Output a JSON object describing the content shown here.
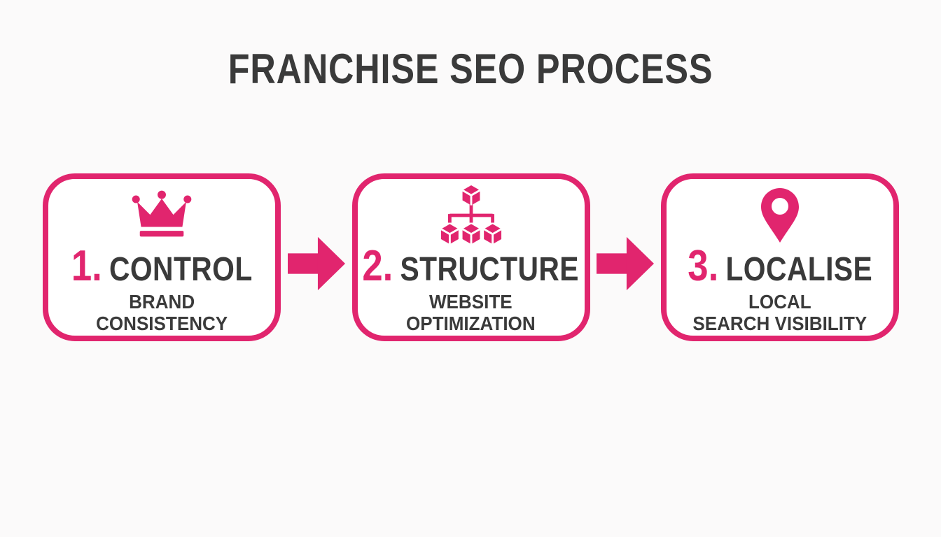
{
  "title": "FRANCHISE SEO PROCESS",
  "colors": {
    "accent": "#E1256E",
    "text": "#3A3A3A",
    "card_background": "#FFFFFF",
    "page_background": "#FBFAFA"
  },
  "steps": [
    {
      "number": "1.",
      "heading": "CONTROL",
      "subtitle_line1": "BRAND",
      "subtitle_line2": "CONSISTENCY",
      "icon": "crown-icon"
    },
    {
      "number": "2.",
      "heading": "STRUCTURE",
      "subtitle_line1": "WEBSITE",
      "subtitle_line2": "OPTIMIZATION",
      "icon": "sitemap-cubes-icon"
    },
    {
      "number": "3.",
      "heading": "LOCALISE",
      "subtitle_line1": "LOCAL",
      "subtitle_line2": "SEARCH VISIBILITY",
      "icon": "location-pin-icon"
    }
  ],
  "connectors": [
    {
      "icon": "arrow-right-icon"
    },
    {
      "icon": "arrow-right-icon"
    }
  ]
}
